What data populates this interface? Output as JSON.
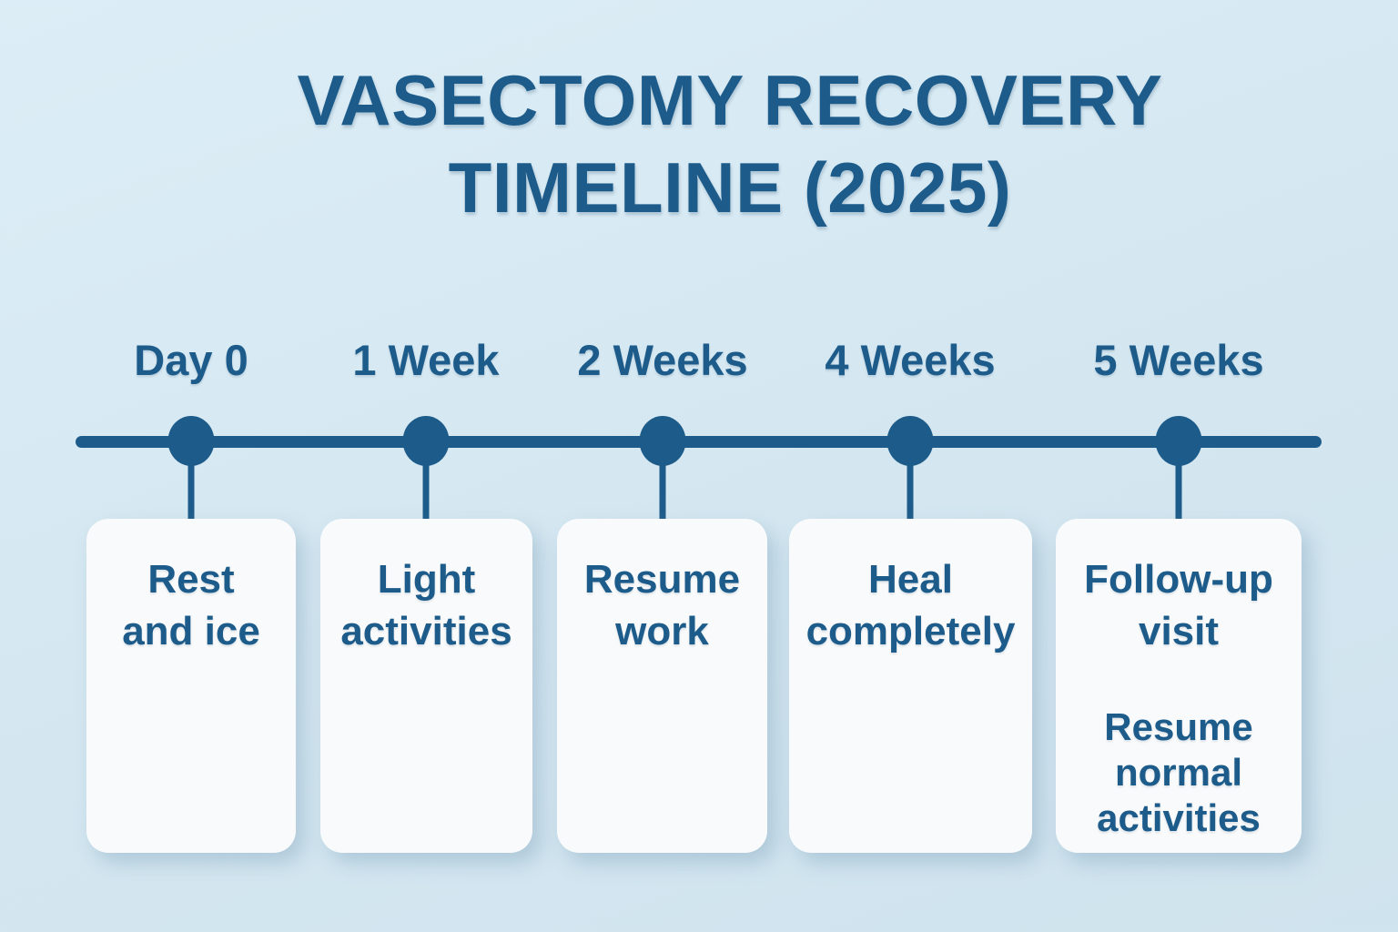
{
  "title": {
    "line1": "VASECTOMY RECOVERY",
    "line2": "TIMELINE (2025)"
  },
  "colors": {
    "background": "#d4e7f1",
    "accent": "#1d5c8a",
    "card_background": "#f9fafb"
  },
  "timeline": {
    "milestones": [
      {
        "label": "Day 0",
        "card_text": "Rest\nand ice"
      },
      {
        "label": "1 Week",
        "card_text": "Light\nactivities"
      },
      {
        "label": "2 Weeks",
        "card_text": "Resume\nwork"
      },
      {
        "label": "4 Weeks",
        "card_text": "Heal\ncompletely"
      },
      {
        "label": "5 Weeks",
        "card_text": "Follow-up\nvisit",
        "card_text_secondary": "Resume\nnormal\nactivities"
      }
    ]
  }
}
